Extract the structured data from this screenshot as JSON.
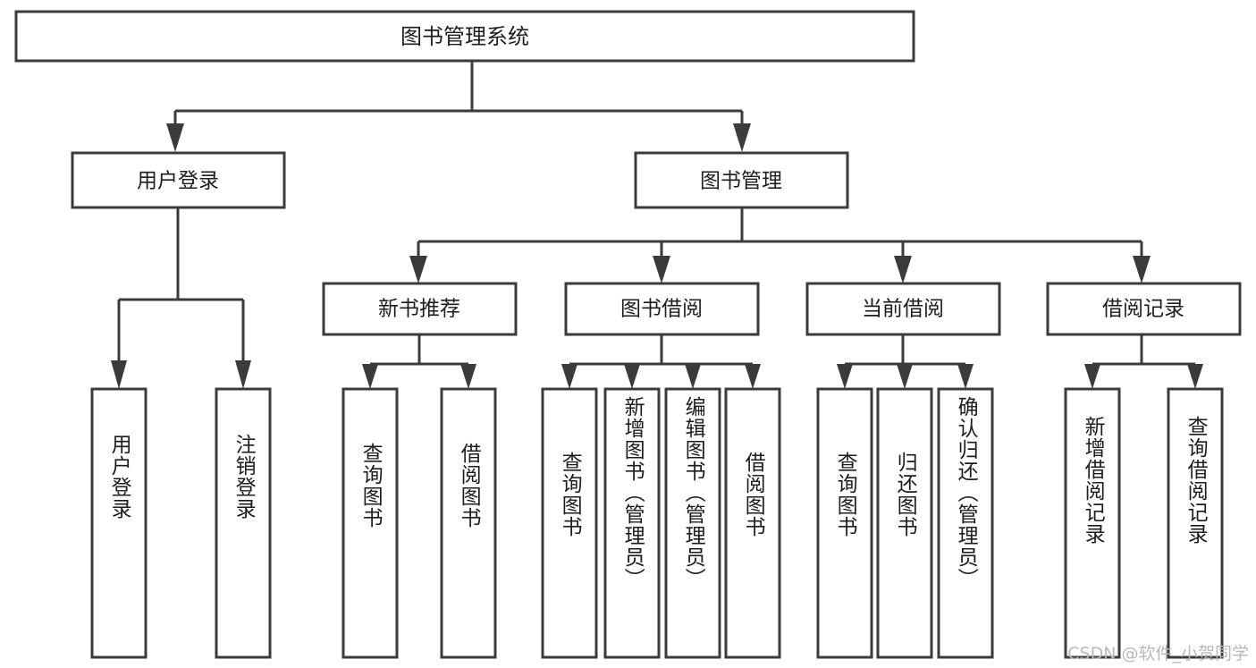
{
  "diagram": {
    "title": "图书管理系统",
    "type": "tree",
    "orientation": "top-down",
    "watermark": "CSDN @软件_小贺同学",
    "colors": {
      "background": "#ffffff",
      "stroke": "#3b3b3b",
      "box_fill": "#ffffff",
      "text": "#1d1d1d",
      "watermark": "#b9b9b9"
    },
    "root": {
      "label": "图书管理系统"
    },
    "level2": [
      {
        "label": "用户登录"
      },
      {
        "label": "图书管理"
      }
    ],
    "level3": [
      {
        "label": "新书推荐"
      },
      {
        "label": "图书借阅"
      },
      {
        "label": "当前借阅"
      },
      {
        "label": "借阅记录"
      }
    ],
    "leaves": {
      "user_login": [
        {
          "label": "用户登录"
        },
        {
          "label": "注销登录"
        }
      ],
      "new_book_recommend": [
        {
          "label": "查询图书"
        },
        {
          "label": "借阅图书"
        }
      ],
      "book_borrow": [
        {
          "label": "查询图书"
        },
        {
          "label": "新增图书（管理员）"
        },
        {
          "label": "编辑图书（管理员）"
        },
        {
          "label": "借阅图书"
        }
      ],
      "current_borrow": [
        {
          "label": "查询图书"
        },
        {
          "label": "归还图书"
        },
        {
          "label": "确认归还（管理员）"
        }
      ],
      "borrow_record": [
        {
          "label": "新增借阅记录"
        },
        {
          "label": "查询借阅记录"
        }
      ]
    }
  }
}
